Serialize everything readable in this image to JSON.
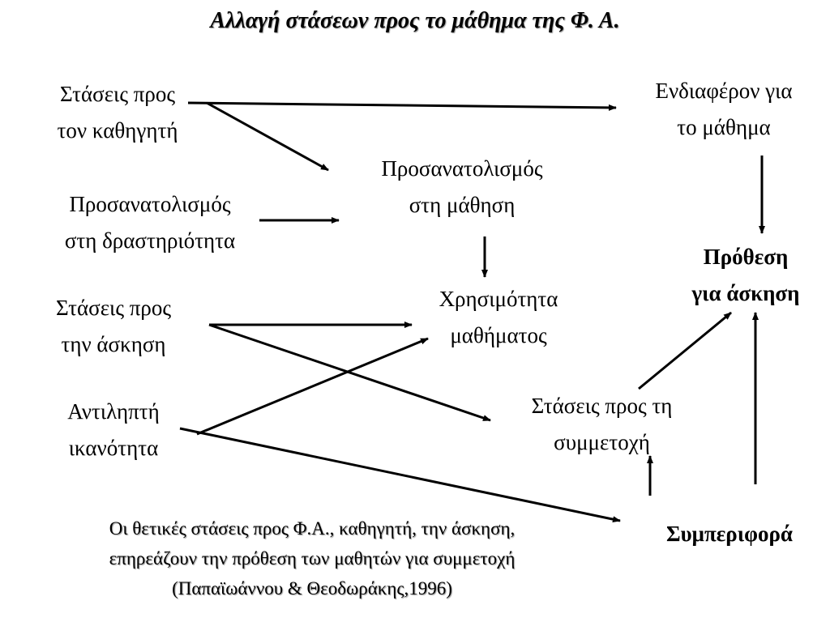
{
  "title": "Αλλαγή στάσεων προς το μάθημα της Φ. Α.",
  "nodes": {
    "attitudes_teacher": [
      "Στάσεις προς",
      "τον καθηγητή"
    ],
    "activity_orientation": [
      "Προσανατολισμός",
      "στη δραστηριότητα"
    ],
    "attitudes_exercise": [
      "Στάσεις προς",
      "την άσκηση"
    ],
    "perceived_ability": [
      "Αντιληπτή",
      "ικανότητα"
    ],
    "learning_orientation": [
      "Προσανατολισμός",
      "στη μάθηση"
    ],
    "lesson_usefulness": [
      "Χρησιμότητα",
      "μαθήματος"
    ],
    "interest_lesson": [
      "Ενδιαφέρον για",
      "το μάθημα"
    ],
    "intention_exercise": [
      "Πρόθεση",
      "για άσκηση"
    ],
    "attitudes_participation": [
      "Στάσεις προς τη",
      "συμμετοχή"
    ],
    "behavior": [
      "Συμπεριφορά"
    ]
  },
  "footnote": {
    "lines": [
      "Οι θετικές στάσεις προς Φ.Α., καθηγητή, την άσκηση,",
      "επηρεάζουν την πρόθεση των μαθητών για συμμετοχή",
      "(Παπαϊωάννου & Θεοδωράκης,1996)"
    ]
  }
}
